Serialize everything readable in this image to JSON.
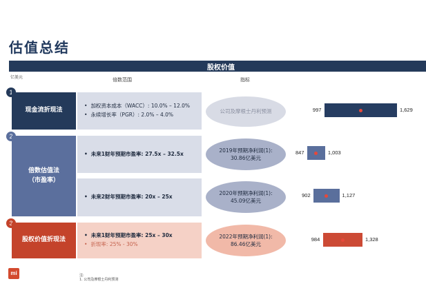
{
  "title": "估值总结",
  "header": "股权价值",
  "unit": "亿美元",
  "col_headers": {
    "range": "倍数范围",
    "metric": "指标"
  },
  "colors": {
    "navy": "#243a5a",
    "blue": "#5b6f9d",
    "red": "#c4432b",
    "bar_navy": "#263d61",
    "bar_blue": "#5a6f9c",
    "bar_red": "#cc4a35",
    "dot": "#e6483a"
  },
  "rows": [
    {
      "num": "1",
      "method": [
        "现金流折现法"
      ],
      "details": [
        {
          "text": "加权资本成本（WACC）: 10.0% – 12.0%"
        },
        {
          "text": "永续增长率（PGR）: 2.0% – 4.0%"
        }
      ],
      "metric": [
        "公司及摩根士丹利预测"
      ],
      "low": "997",
      "high": "1,629",
      "low_value": 997,
      "high_value": 1629
    },
    {
      "num": "2",
      "method": [
        "倍数估值法",
        "（市盈率）"
      ],
      "details": [
        {
          "text": "未来1财年预期市盈率: 27.5x – 32.5x"
        }
      ],
      "metric": [
        "2019年预期净利润(1):",
        "30.86亿美元"
      ],
      "low": "847",
      "high": "1,003",
      "low_value": 847,
      "high_value": 1003
    },
    {
      "details": [
        {
          "text": "未来2财年预期市盈率: 20x – 25x"
        }
      ],
      "metric": [
        "2020年预期净利润(1):",
        "45.09亿美元"
      ],
      "low": "902",
      "high": "1,127",
      "low_value": 902,
      "high_value": 1127
    },
    {
      "num": "3",
      "method": [
        "股权价值折现法"
      ],
      "details": [
        {
          "text": "未来1财年预期市盈率: 25x – 30x"
        },
        {
          "text": "折现率: 25% - 30%"
        }
      ],
      "metric": [
        "2022年预期净利润(1):",
        "86.46亿美元"
      ],
      "low": "984",
      "high": "1,328",
      "low_value": 984,
      "high_value": 1328
    }
  ],
  "logo": "mi",
  "footnote": {
    "label": "注:",
    "text": "1. 公司及摩根士丹利预测"
  }
}
